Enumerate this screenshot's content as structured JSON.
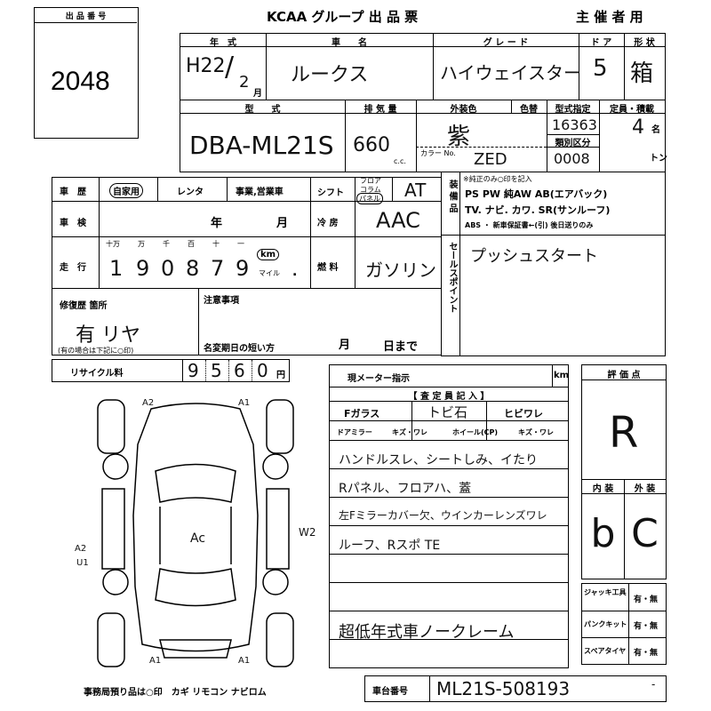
{
  "lot": {
    "label": "出 品 番 号",
    "number": "2048"
  },
  "header": {
    "title": "KCAA グループ 出 品 票",
    "host": "主 催 者 用"
  },
  "row1": {
    "year_label": "年　式",
    "car_label": "車　　名",
    "grade_label": "グ レ ー ド",
    "door_label": "ド ア",
    "shape_label": "形 状",
    "year_era": "H22",
    "year_slash": "/",
    "month": "2",
    "month_unit": "月",
    "car": "ルークス",
    "grade": "ハイウェイスター",
    "doors": "5",
    "shape": "箱"
  },
  "row2": {
    "model_label": "型　　式",
    "displacement_label": "排 気 量",
    "color_label": "外装色",
    "color_no_label": "色替",
    "type_designation_label": "型式指定",
    "category_label": "類別区分",
    "capacity_label": "定員・積載",
    "color_code_label": "カラー No.",
    "cc": "c.c.",
    "person_unit": "名",
    "ton_unit": "トン",
    "model": "DBA-ML21S",
    "displacement": "660",
    "color": "紫",
    "color_code": "ZED",
    "type_designation": "16363",
    "category": "0008",
    "capacity": "4"
  },
  "history": {
    "label": "車　歴",
    "options": [
      "自家用",
      "レンタ",
      "事業,営業車"
    ],
    "selected": "自家用",
    "inspection_label": "車　検",
    "year_unit": "年",
    "month_unit": "月",
    "mileage_label": "走　行",
    "digit_labels": [
      "十万",
      "万",
      "千",
      "百",
      "十",
      "一"
    ],
    "mileage_digits": [
      "1",
      "9",
      "0",
      "8",
      "7",
      "9"
    ],
    "km": "km",
    "mile": "マイル",
    "dot": "."
  },
  "shift": {
    "label": "シフト",
    "options": [
      "フロア",
      "コラム",
      "パネル"
    ],
    "selected": "パネル",
    "value": "AT"
  },
  "ac": {
    "label": "冷 房",
    "value": "AAC"
  },
  "fuel": {
    "label": "燃 料",
    "value": "ガソリン"
  },
  "equipment": {
    "label": "装 備 品",
    "note": "※純正のみ○印を記入",
    "line1": "PS PW 純AW AB(エアバック)",
    "line2": "TV. ナビ. カワ. SR(サンルーフ)",
    "line3": "ABS ・ 新車保証書←(引) 後日送りのみ"
  },
  "sales_point": {
    "label": "セールスポイント",
    "text": "プッシュスタート"
  },
  "repair": {
    "label": "修復歴 箇所",
    "sub": "(有の場合は下記に○印)",
    "value": "有 リヤ"
  },
  "notes": {
    "label": "注意事項",
    "expiry_label": "名変期日の短い方",
    "month": "月",
    "day": "日まで"
  },
  "recycle": {
    "label": "リサイクル料",
    "digits": [
      "9",
      "5",
      "6",
      "0"
    ],
    "unit": "円"
  },
  "meter": {
    "label": "現メーター指示",
    "unit": "km"
  },
  "inspector": {
    "label": "【 査 定 員 記 入 】",
    "fglass_label": "Fガラス",
    "fglass_value": "トビ石",
    "crack_label": "ヒビワレ",
    "mirror_label": "ドアミラー",
    "mirror_value": "キズ・ワレ",
    "wheel_label": "ホイール(CP)",
    "wheel_value": "キズ・ワレ",
    "lines": [
      "ハンドルスレ、シートしみ、イたり",
      "Rパネル、フロアハ、蓋",
      "左Fミラーカバー欠、ウインカーレンズワレ",
      "ルーフ、Rスポ TE",
      "",
      "",
      "超低年式車ノークレーム"
    ]
  },
  "score": {
    "label": "評 価 点",
    "value": "R",
    "interior_label": "内 装",
    "exterior_label": "外 装",
    "interior": "b",
    "exterior": "C"
  },
  "accessories": [
    {
      "label": "ジャッキ工具",
      "value": "有・無"
    },
    {
      "label": "パンクキット",
      "value": "有・無"
    },
    {
      "label": "スペアタイヤ",
      "value": "有・無"
    }
  ],
  "diagram": {
    "notes": [
      "A2",
      "A1",
      "W2",
      "A2",
      "U1",
      "A1",
      "A1",
      "Ac"
    ]
  },
  "footer": {
    "office_note": "事務局預り品は○印　カギ リモコン ナビロム",
    "chassis_label": "車台番号",
    "chassis": "ML21S-508193",
    "dash": "-"
  }
}
